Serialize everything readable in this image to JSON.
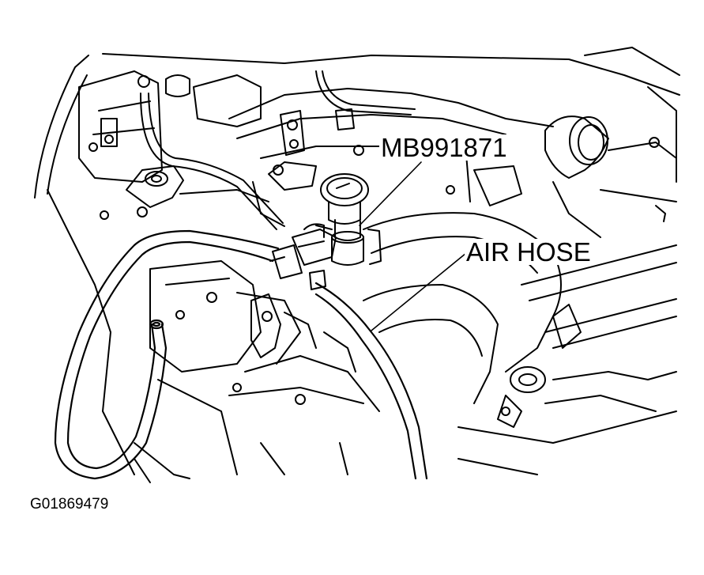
{
  "labels": {
    "tool": "MB991871",
    "hose": "AIR HOSE"
  },
  "figure_code": "G01869479",
  "colors": {
    "line": "#000000",
    "background": "#ffffff"
  },
  "icons": {
    "gauge": "pressure-gauge-icon",
    "hose": "air-hose-icon"
  }
}
